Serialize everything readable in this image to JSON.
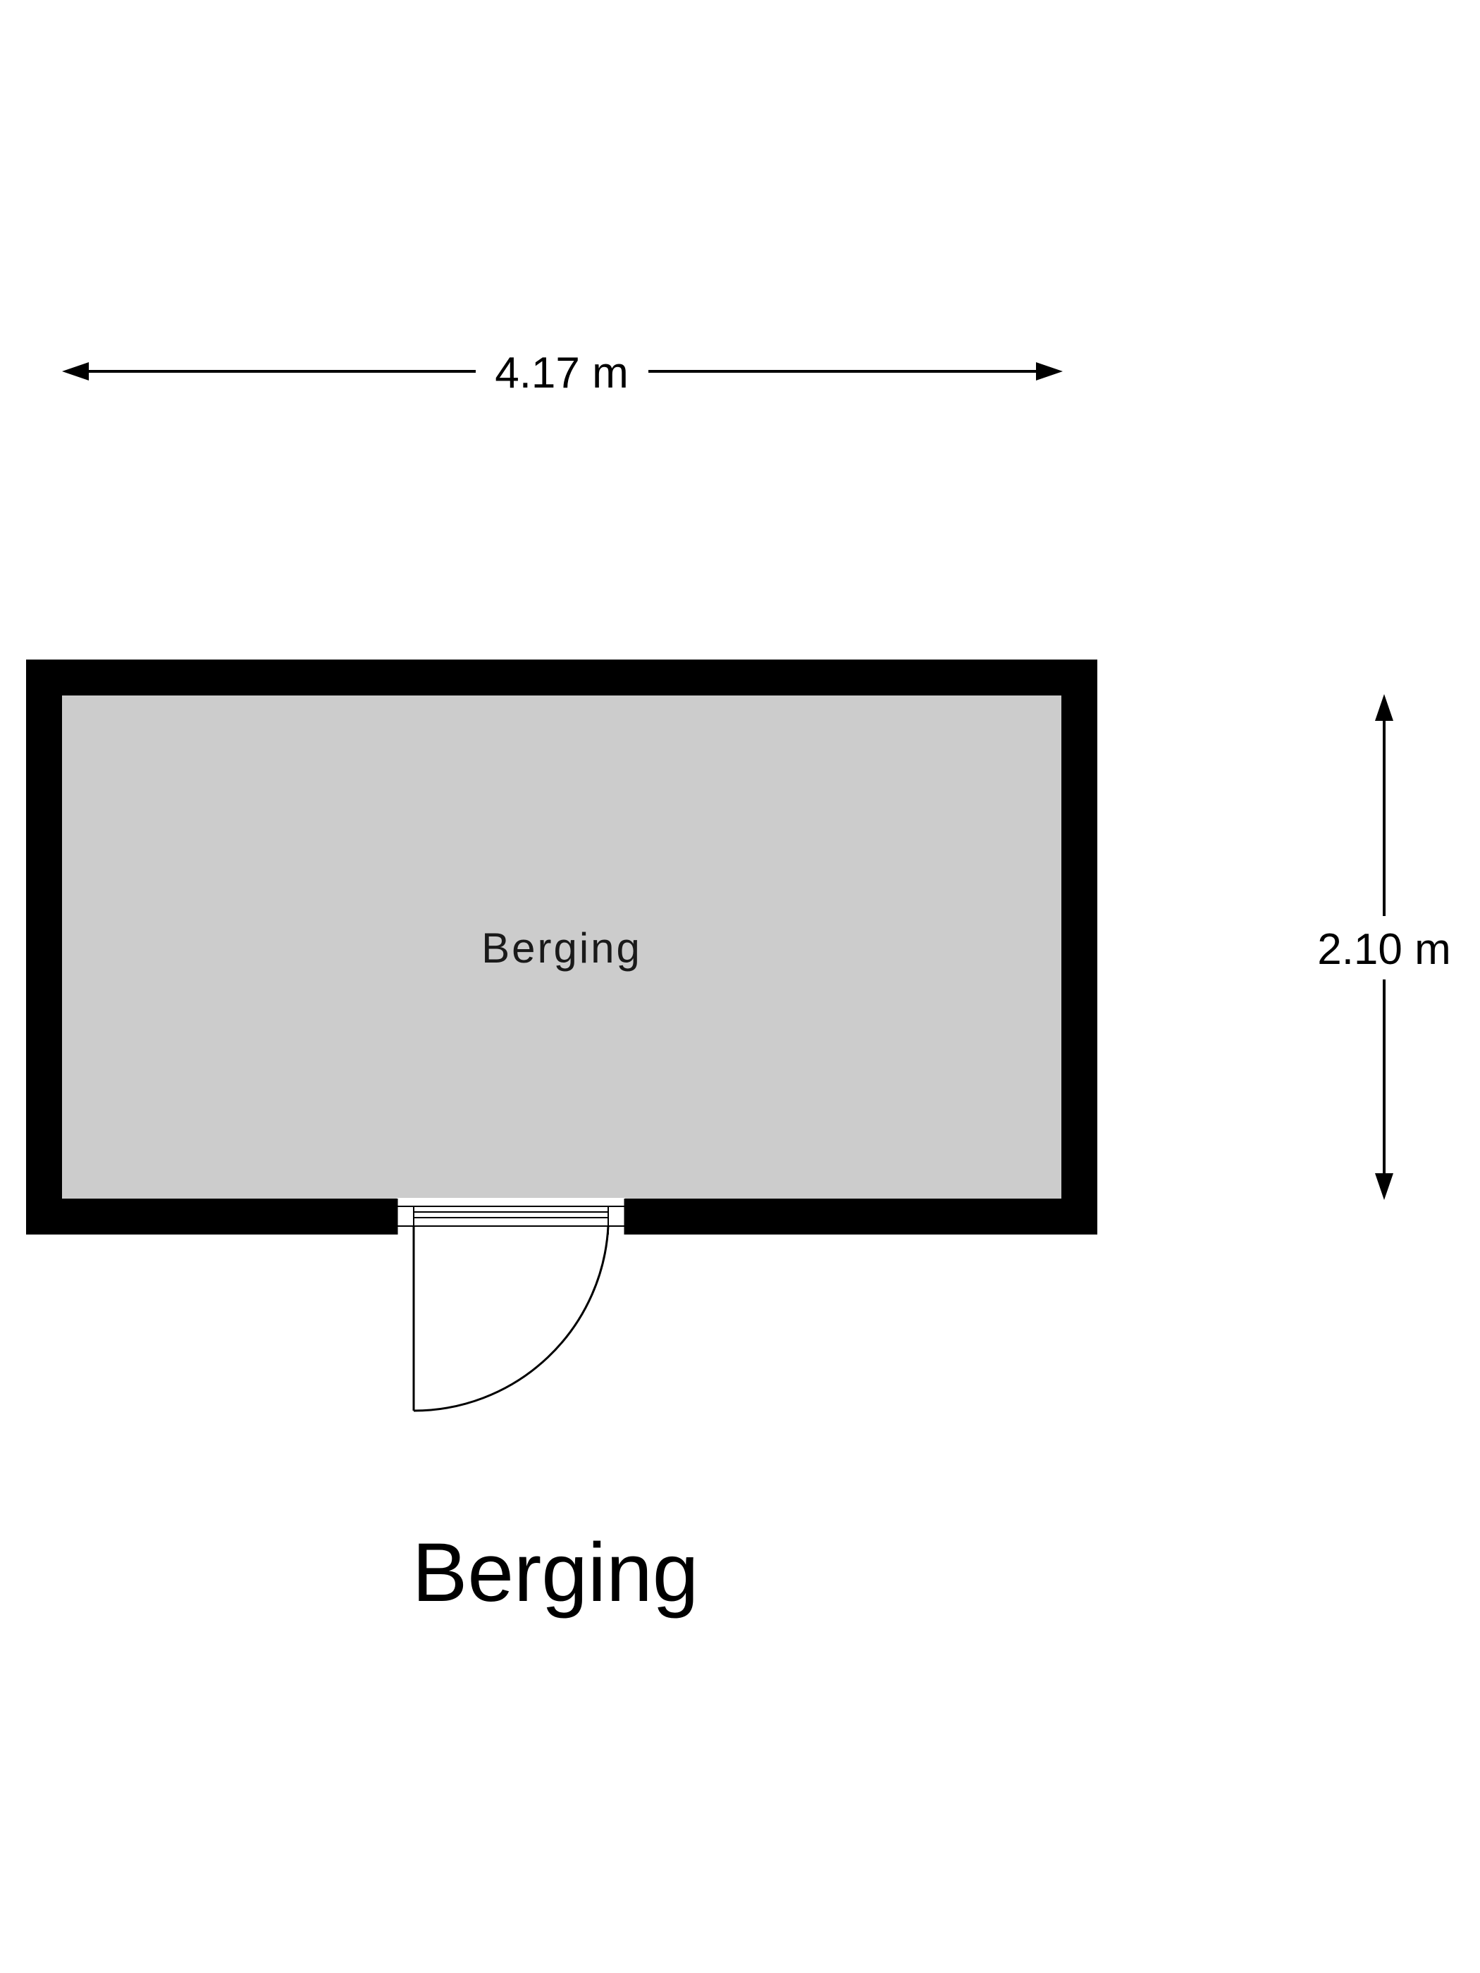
{
  "dimensions": {
    "width_label": "4.17 m",
    "depth_label": "2.10 m"
  },
  "room": {
    "label": "Berging"
  },
  "plan": {
    "title": "Berging"
  },
  "colors": {
    "wall": "#000000",
    "floor": "#cccccc",
    "door_line": "#000000",
    "background": "#ffffff"
  }
}
